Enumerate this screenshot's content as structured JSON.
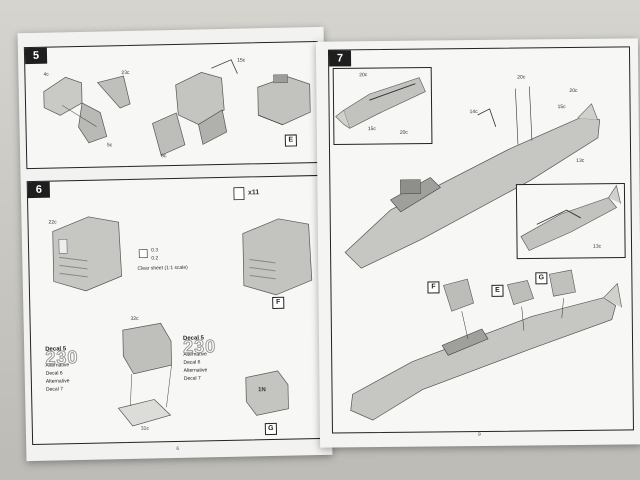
{
  "steps": {
    "s5": {
      "number": "5"
    },
    "s6": {
      "number": "6"
    },
    "s7": {
      "number": "7"
    }
  },
  "labels5": [
    "4c",
    "23c",
    "5c",
    "15c",
    "8c"
  ],
  "tag5": "E",
  "labels6": {
    "p22": "22c",
    "sheet": "Clear sheet (1:1 scale)",
    "d1": "0.3",
    "d2": "0.2",
    "count": "x11",
    "p32": "32c",
    "p31": "31c"
  },
  "tag6": [
    "F",
    "G"
  ],
  "decals": {
    "left": {
      "title": "Decal 5",
      "alt": "Alternative",
      "d6": "Decal 6",
      "alt2": "Alternative",
      "d7": "Decal 7"
    },
    "right": {
      "title": "Decal 5",
      "alt": "Alternative",
      "d6": "Decal 6",
      "alt2": "Alternative",
      "d7": "Decal 7"
    },
    "number": "230",
    "box_num": "1N"
  },
  "labels7": {
    "a": "20c",
    "b": "15c",
    "c": "20c",
    "d": "14c",
    "e": "20c",
    "f": "15c",
    "g": "20c",
    "h": "13c",
    "i": "13c"
  },
  "tags7": [
    "F",
    "E",
    "G"
  ],
  "page_numbers": {
    "left": "6",
    "right": "9"
  }
}
